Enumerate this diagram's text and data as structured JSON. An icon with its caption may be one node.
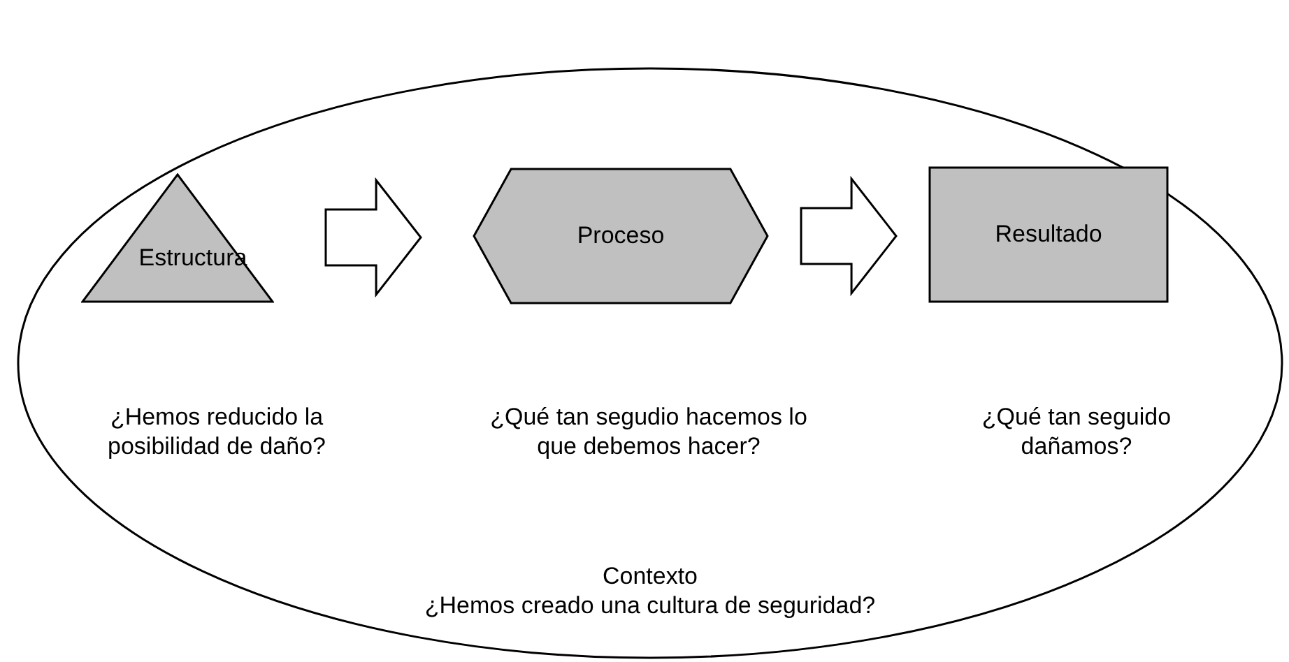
{
  "diagram": {
    "nodes": [
      {
        "text": [
          "Contexto",
          "¿Hemos creado una cultura de seguridad?"
        ]
      },
      {
        "text": [
          "Estructura"
        ],
        "in": 0
      },
      {
        "text": [
          "Proceso"
        ],
        "in": 0
      },
      {
        "text": [
          "Resultado"
        ],
        "in": 0
      }
    ],
    "edges": [
      {
        "from": 1,
        "to": 2,
        "arrow": "to"
      },
      {
        "from": 2,
        "to": 3,
        "arrow": "to"
      }
    ],
    "labels": [
      "¿Hemos reducido la posibilidad de daño?",
      "¿Qué tan segudio hacemos lo que debemos hacer?",
      "¿Qué tan seguido dañamos?"
    ]
  }
}
